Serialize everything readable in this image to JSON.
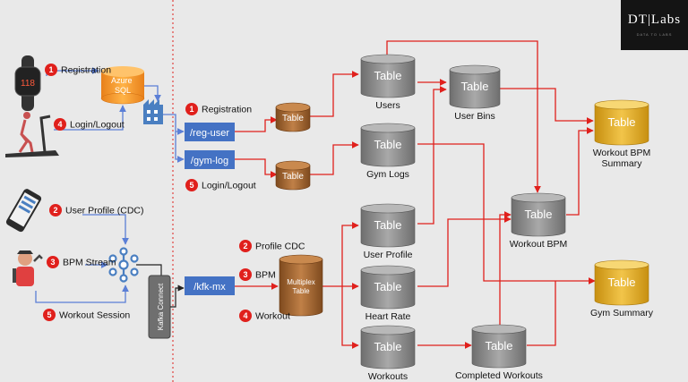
{
  "logo": {
    "main": "DT|Labs",
    "tagline": "DATA TO LABS"
  },
  "sources": {
    "azure_sql": "Azure\nSQL",
    "kafka_connect": "Kafka Connect"
  },
  "badges": {
    "registration_src": {
      "n": "1",
      "label": "Registration"
    },
    "login_src": {
      "n": "4",
      "label": "Login/Logout"
    },
    "user_profile_src": {
      "n": "2",
      "label": "User Profile (CDC)"
    },
    "bpm_stream_src": {
      "n": "3",
      "label": "BPM Stream"
    },
    "workout_session_src": {
      "n": "5",
      "label": "Workout Session"
    },
    "registration_topic": {
      "n": "1",
      "label": "Registration"
    },
    "login_topic": {
      "n": "5",
      "label": "Login/Logout"
    },
    "profile_cdc_topic": {
      "n": "2",
      "label": "Profile CDC"
    },
    "bpm_topic": {
      "n": "3",
      "label": "BPM"
    },
    "workout_topic": {
      "n": "4",
      "label": "Workout"
    }
  },
  "topics": {
    "reg_user": "/reg-user",
    "gym_log": "/gym-log",
    "kfk_mx": "/kfk-mx"
  },
  "tables": {
    "bronze_reg": "Table",
    "bronze_gym": "Table",
    "multiplex": "Multiplex\nTable",
    "users": {
      "text": "Table",
      "caption": "Users"
    },
    "user_bins": {
      "text": "Table",
      "caption": "User Bins"
    },
    "gym_logs": {
      "text": "Table",
      "caption": "Gym Logs"
    },
    "user_profile": {
      "text": "Table",
      "caption": "User Profile"
    },
    "heart_rate": {
      "text": "Table",
      "caption": "Heart Rate"
    },
    "workouts": {
      "text": "Table",
      "caption": "Workouts"
    },
    "completed_workouts": {
      "text": "Table",
      "caption": "Completed Workouts"
    },
    "workout_bpm": {
      "text": "Table",
      "caption": "Workout BPM"
    },
    "workout_bpm_summary": {
      "text": "Table",
      "caption": "Workout BPM\nSummary"
    },
    "gym_summary": {
      "text": "Table",
      "caption": "Gym Summary"
    }
  },
  "colors": {
    "arrow": "#e0201c",
    "flow_blue": "#5b7fd6",
    "topic": "#4472c4",
    "bronze": "#a2652e",
    "silver": "#8a8a8a",
    "gold": "#d9a520",
    "badge": "#e0201c"
  },
  "icons": [
    "fitness-watch-icon",
    "treadmill-icon",
    "phone-icon",
    "cyclist-icon",
    "kafka-icon",
    "factory-icon",
    "database-icon"
  ]
}
